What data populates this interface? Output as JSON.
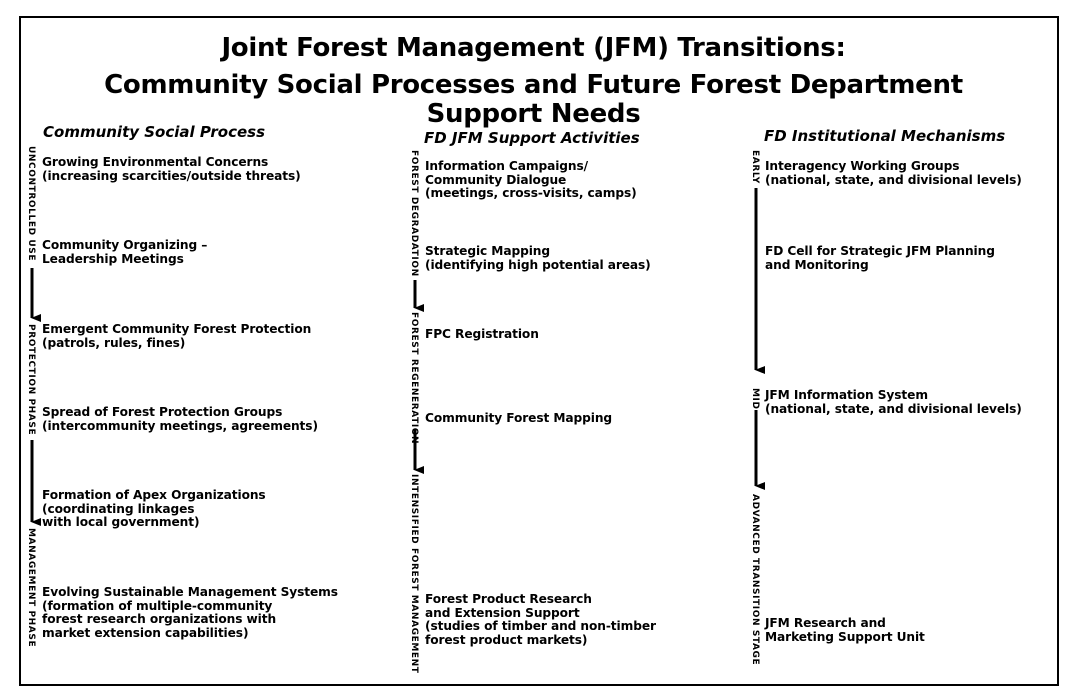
{
  "title": {
    "line1": "Joint Forest Management (JFM) Transitions:",
    "line2": "Community Social Processes and Future Forest Department",
    "line3": "Support Needs"
  },
  "columns": [
    {
      "heading": "Community Social Process",
      "phases": [
        "UNCONTROLLED USE",
        "PROTECTION PHASE",
        "MANAGEMENT PHASE"
      ],
      "items": [
        {
          "title": "Growing Environmental Concerns",
          "detail": [
            "(increasing scarcities/outside threats)"
          ]
        },
        {
          "title": "Community Organizing –",
          "detail": [
            "Leadership Meetings"
          ]
        },
        {
          "title": "Emergent Community Forest Protection",
          "detail": [
            "(patrols, rules, fines)"
          ]
        },
        {
          "title": "Spread of Forest Protection Groups",
          "detail": [
            "(intercommunity meetings, agreements)"
          ]
        },
        {
          "title": "Formation of Apex Organizations",
          "detail": [
            "(coordinating linkages",
            "with local government)"
          ]
        },
        {
          "title": "Evolving Sustainable Management Systems",
          "detail": [
            "(formation of multiple-community",
            "forest research organizations with",
            "market extension capabilities)"
          ]
        }
      ]
    },
    {
      "heading": "FD JFM Support Activities",
      "phases": [
        "FOREST DEGRADATION",
        "FOREST REGENERATION",
        "INTENSIFIED FOREST MANAGEMENT"
      ],
      "items": [
        {
          "title": "Information Campaigns/",
          "detail": [
            "Community Dialogue",
            "(meetings, cross-visits, camps)"
          ]
        },
        {
          "title": "Strategic Mapping",
          "detail": [
            "(identifying high potential areas)"
          ]
        },
        {
          "title": "FPC Registration",
          "detail": []
        },
        {
          "title": "Community Forest Mapping",
          "detail": []
        },
        {
          "title": "Forest Product Research",
          "detail": [
            "and Extension Support",
            "(studies of timber and non-timber",
            "forest product markets)"
          ]
        }
      ]
    },
    {
      "heading": "FD Institutional Mechanisms",
      "phases": [
        "EARLY",
        "MID",
        "ADVANCED TRANSITION STAGE"
      ],
      "items": [
        {
          "title": "Interagency Working Groups",
          "detail": [
            "(national, state, and divisional levels)"
          ]
        },
        {
          "title": "FD Cell for Strategic JFM Planning",
          "detail": [
            "and Monitoring"
          ]
        },
        {
          "title": "JFM Information System",
          "detail": [
            "(national, state, and divisional levels)"
          ]
        },
        {
          "title": "JFM Research and",
          "detail": [
            "Marketing Support Unit"
          ]
        }
      ]
    }
  ]
}
